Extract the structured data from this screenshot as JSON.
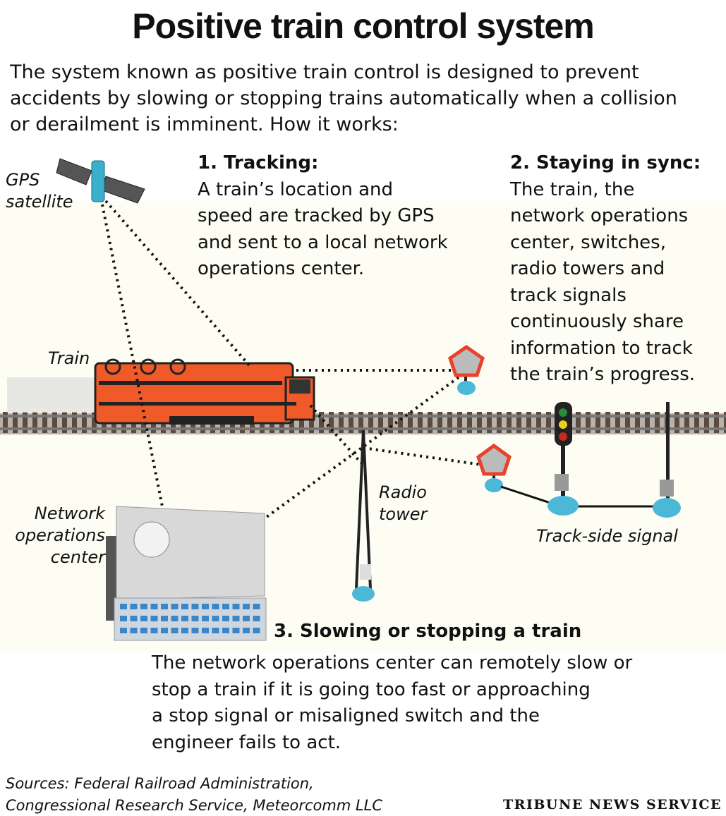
{
  "title": "Positive train control system",
  "intro": [
    "The system known as positive train control is designed to prevent",
    "accidents by slowing or stopping trains automatically when a collision",
    "or derailment is imminent. How it works:"
  ],
  "steps": [
    {
      "heading": "1. Tracking:",
      "lines": [
        "A train’s location and",
        "speed are tracked by GPS",
        "and sent to a local network",
        "operations center."
      ]
    },
    {
      "heading": "2. Staying in sync:",
      "lines": [
        "The train, the",
        "network operations",
        "center, switches,",
        "radio towers and",
        "track signals",
        "continuously share",
        "information to track",
        "the train’s progress."
      ]
    },
    {
      "heading": "3. Slowing or stopping a train",
      "lines": [
        "The network operations center can remotely slow or",
        "stop a train if it is going too fast or approaching",
        "a stop signal or misaligned switch and the",
        "engineer fails to act."
      ]
    }
  ],
  "labels": {
    "gps": [
      "GPS",
      "satellite"
    ],
    "train": "Train",
    "noc": [
      "Network",
      "operations",
      "center"
    ],
    "radio": [
      "Radio",
      "tower"
    ],
    "signal": "Track-side signal"
  },
  "sources": [
    "Sources: Federal Railroad Administration,",
    "Congressional Research Service, Meteorcomm LLC"
  ],
  "credit": "TRIBUNE NEWS SERVICE",
  "colors": {
    "train": "#f05a28",
    "signal_base": "#4bb8d8",
    "stop_sign": "#e8412c"
  }
}
